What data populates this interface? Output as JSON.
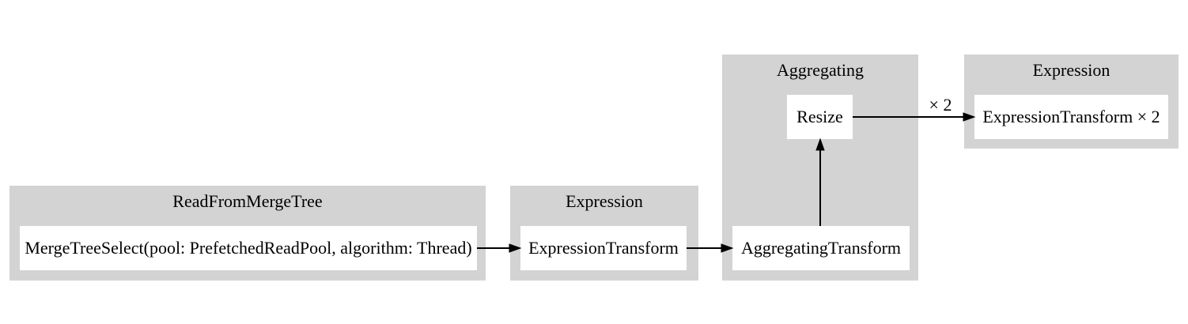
{
  "diagram": {
    "kind": "query-pipeline-graph",
    "colors": {
      "background": "#ffffff",
      "cluster_fill": "#d3d3d3",
      "node_fill": "#ffffff",
      "text": "#000000",
      "edge": "#000000"
    },
    "clusters": [
      {
        "title": "ReadFromMergeTree",
        "nodes": [
          "MergeTreeSelect(pool: PrefetchedReadPool, algorithm: Thread)"
        ]
      },
      {
        "title": "Expression",
        "nodes": [
          "ExpressionTransform"
        ]
      },
      {
        "title": "Aggregating",
        "nodes": [
          "AggregatingTransform",
          "Resize"
        ]
      },
      {
        "title": "Expression",
        "nodes": [
          "ExpressionTransform × 2"
        ]
      }
    ],
    "edges": [
      {
        "from": "MergeTreeSelect(pool: PrefetchedReadPool, algorithm: Thread)",
        "to": "ExpressionTransform",
        "label": ""
      },
      {
        "from": "ExpressionTransform",
        "to": "AggregatingTransform",
        "label": ""
      },
      {
        "from": "AggregatingTransform",
        "to": "Resize",
        "label": ""
      },
      {
        "from": "Resize",
        "to": "ExpressionTransform × 2",
        "label": "× 2"
      }
    ]
  }
}
